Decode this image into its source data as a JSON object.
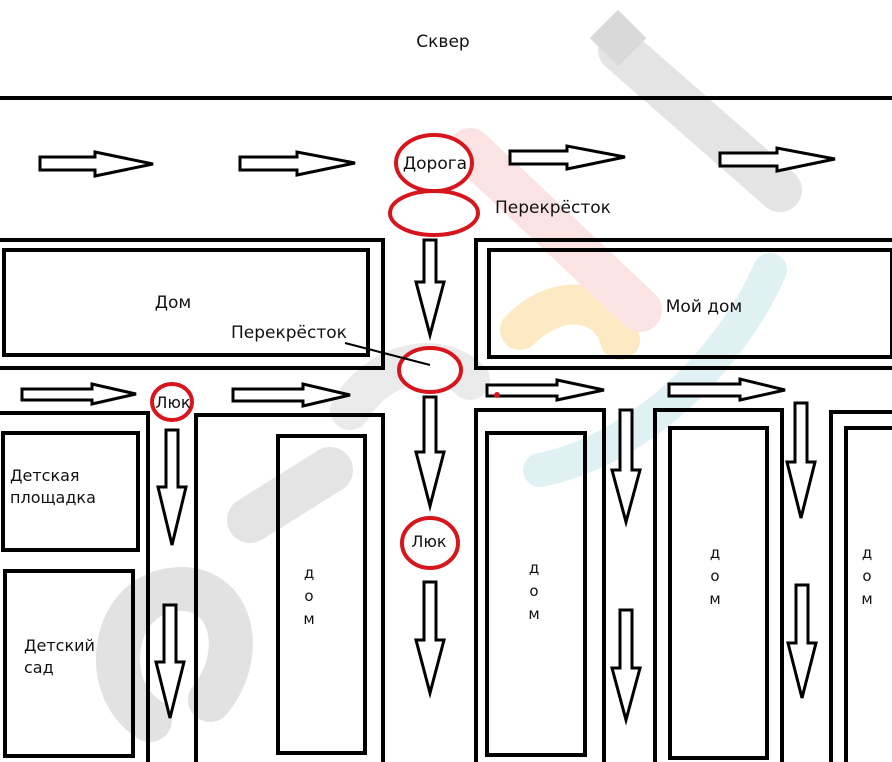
{
  "labels": {
    "park": "Сквер",
    "road": "Дорога",
    "crossing_top": "Перекрёсток",
    "crossing_mid": "Перекрёсток",
    "house_left": "Дом",
    "my_house": "Мой дом",
    "hatch_left": "Люк",
    "hatch_center": "Люк",
    "playground": "Детская площадка",
    "kindergarten": "Детский сад",
    "dom_vertical": "дом"
  },
  "colors": {
    "outline": "#000000",
    "marker": "#d7151c",
    "watermark_gray": "#d6d6d6",
    "watermark_red": "#fbe1e1",
    "watermark_yellow": "#fdf2d4",
    "watermark_cyan": "#dbeff0"
  }
}
